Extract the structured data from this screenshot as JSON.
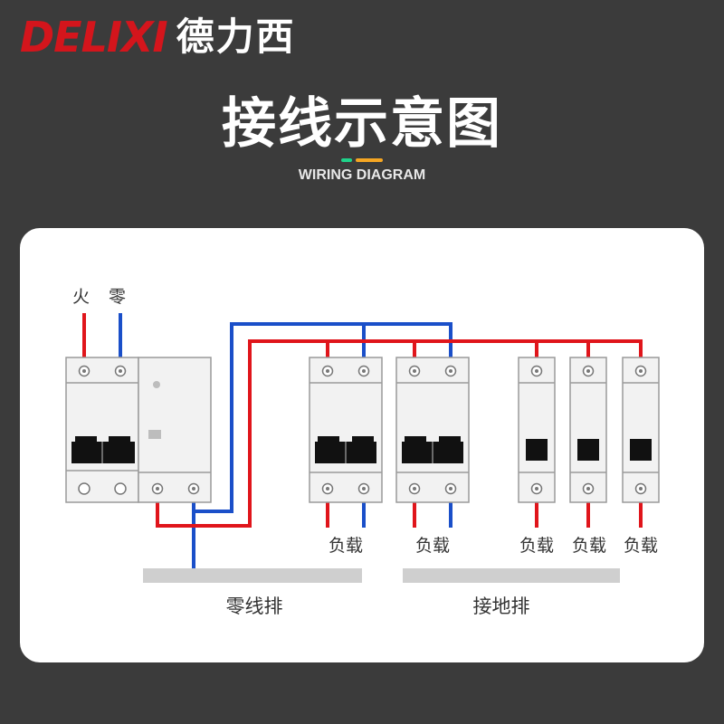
{
  "brand": {
    "en": "DELIXI",
    "cn": "德力西"
  },
  "title": "接线示意图",
  "subtitle": "WIRING DIAGRAM",
  "colors": {
    "live": "#e0151b",
    "neutral": "#1a4fc9",
    "background": "#3b3b3b",
    "accent_green": "#1fd38a",
    "accent_orange": "#f5a623"
  },
  "diagram": {
    "input_labels": {
      "live": "火",
      "neutral": "零"
    },
    "load_label": "负载",
    "neutral_bar_label": "零线排",
    "ground_bar_label": "接地排"
  }
}
